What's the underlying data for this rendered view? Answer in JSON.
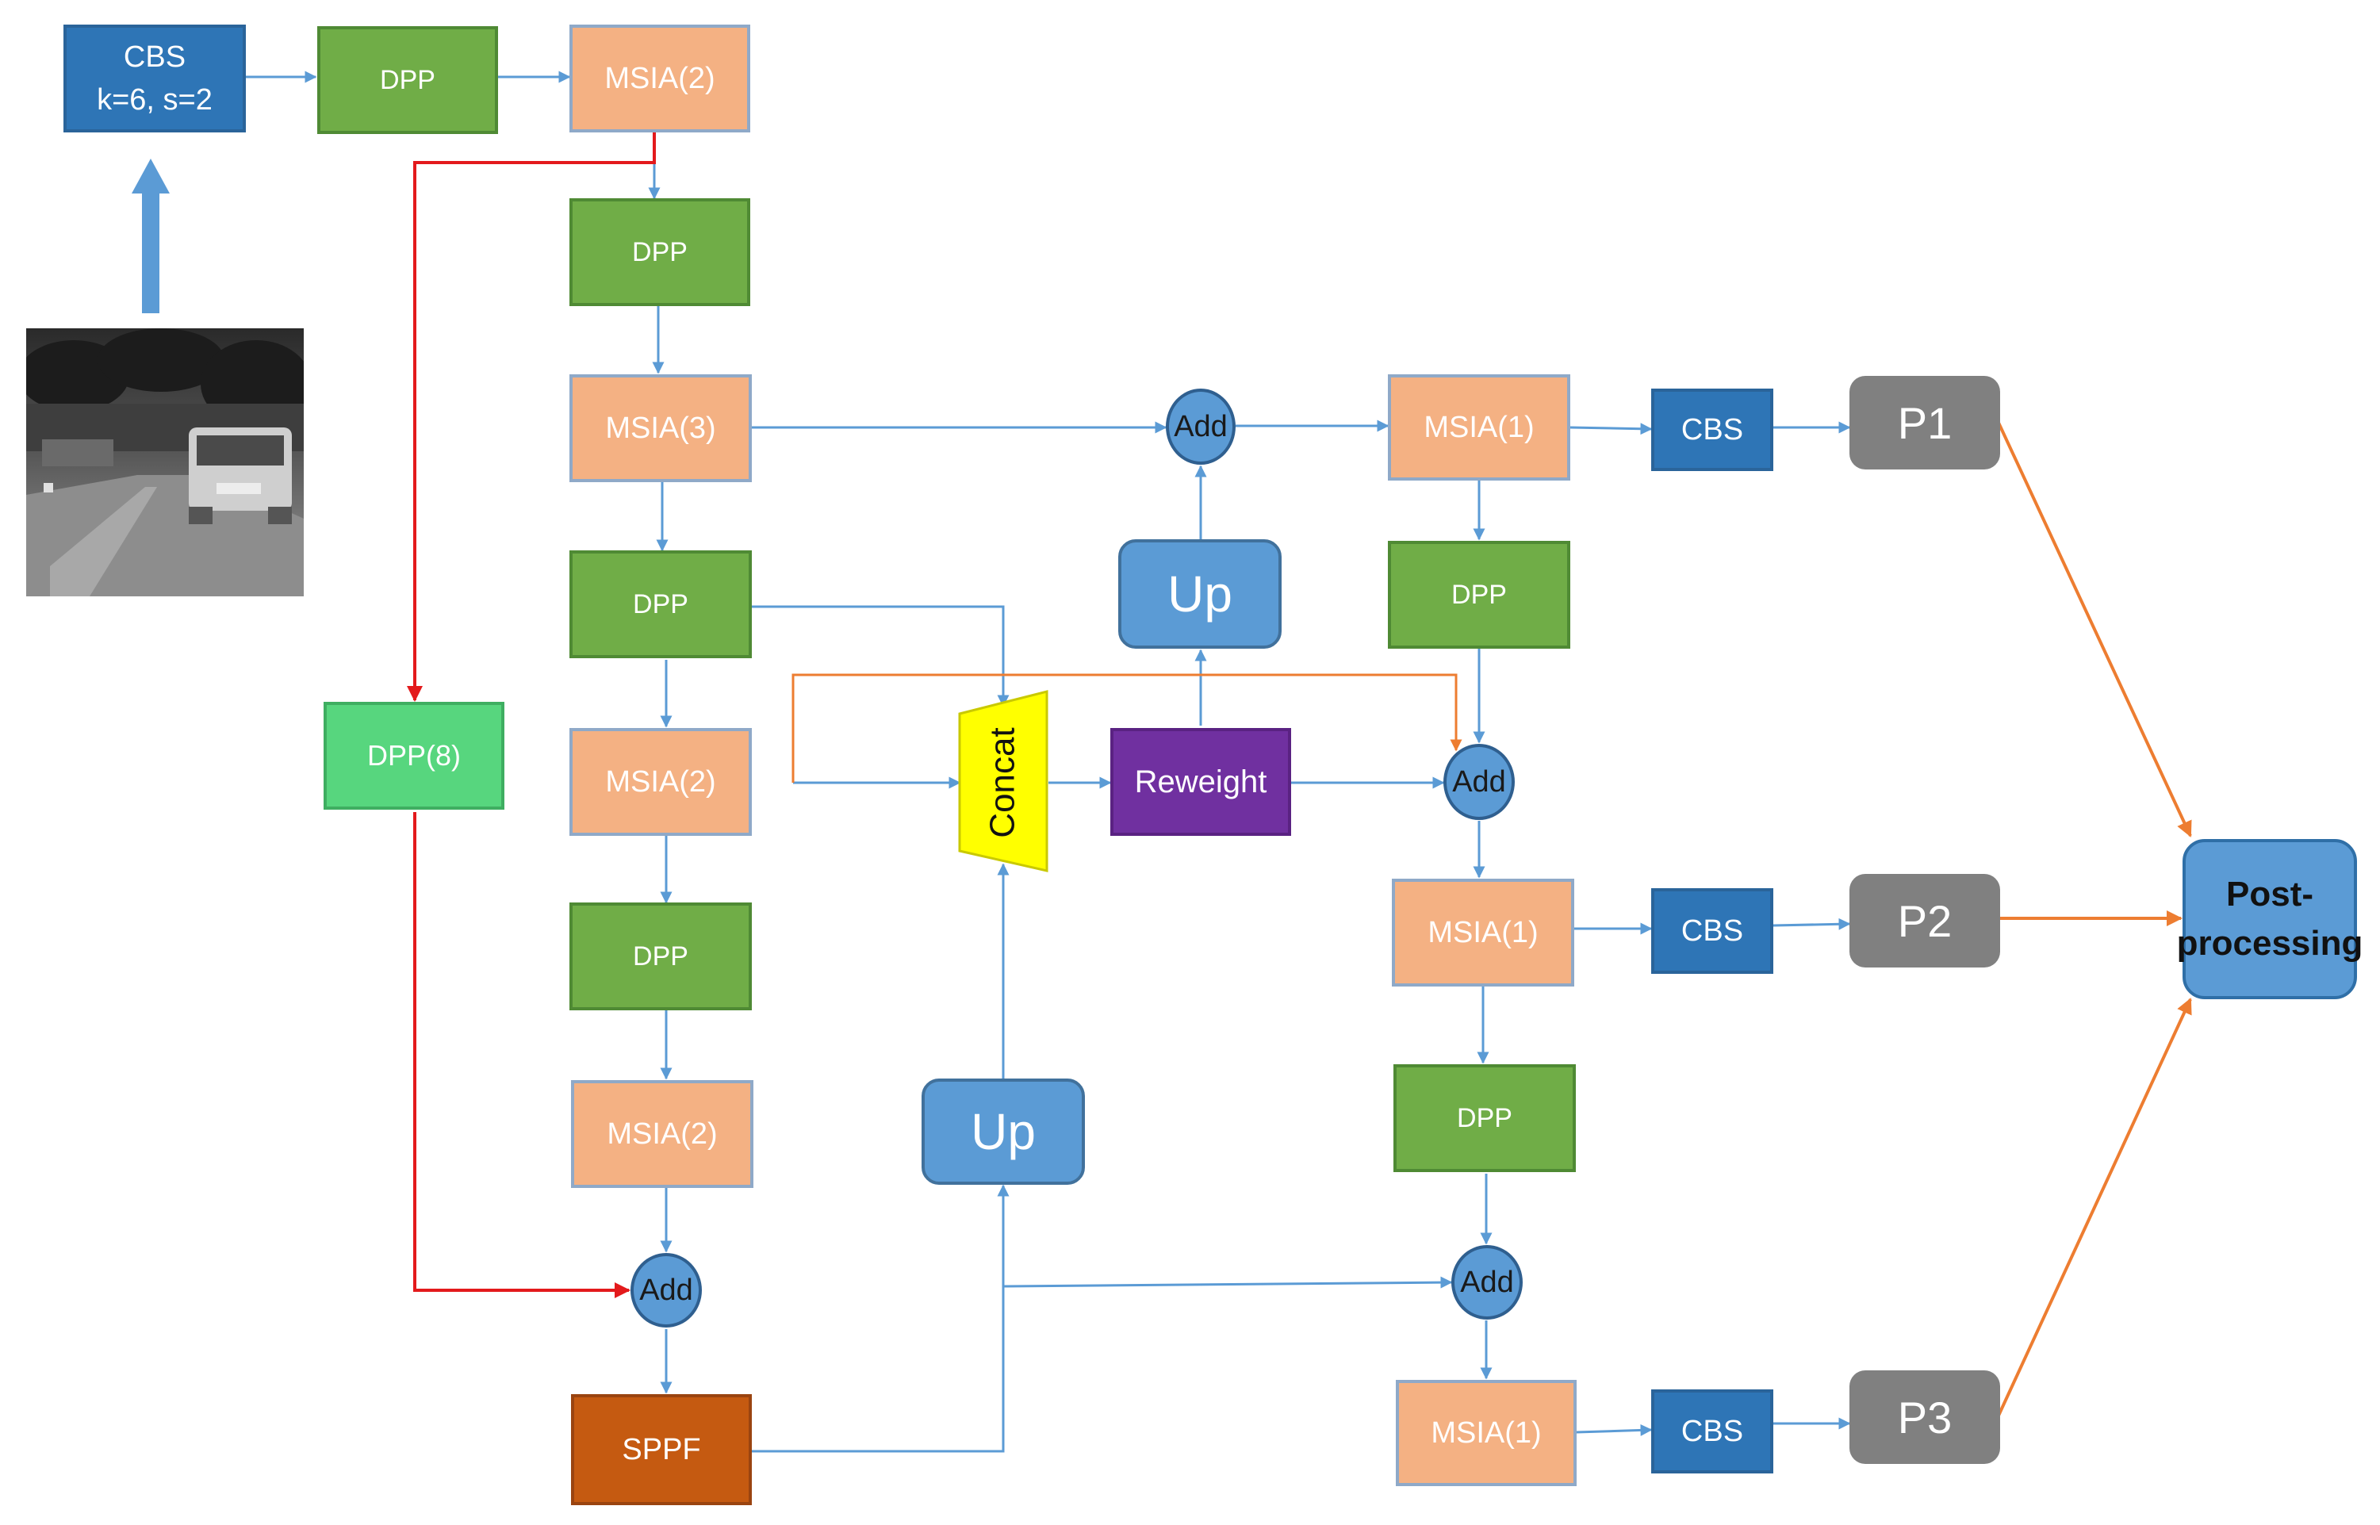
{
  "nodes": {
    "cbs_top_line1": "CBS",
    "cbs_top_line2": "k=6, s=2",
    "dpp_top": "DPP",
    "msia2_top": "MSIA(2)",
    "dpp_b1": "DPP",
    "msia3": "MSIA(3)",
    "dpp_b2": "DPP",
    "msia2_mid": "MSIA(2)",
    "dpp_b3": "DPP",
    "msia2_low": "MSIA(2)",
    "add_bottom": "Add",
    "sppf": "SPPF",
    "dpp8": "DPP(8)",
    "concat": "Concat",
    "reweight": "Reweight",
    "up_upper": "Up",
    "up_lower": "Up",
    "add_top": "Add",
    "add_mid": "Add",
    "add_low": "Add",
    "msia1_top": "MSIA(1)",
    "msia1_mid": "MSIA(1)",
    "msia1_low": "MSIA(1)",
    "dpp_r1": "DPP",
    "dpp_r2": "DPP",
    "cbs_p1": "CBS",
    "cbs_p2": "CBS",
    "cbs_p3": "CBS",
    "p1": "P1",
    "p2": "P2",
    "p3": "P3",
    "post_line1": "Post-",
    "post_line2": "processing"
  },
  "colors": {
    "dpp": "#70ad47",
    "dpp8": "#57d67e",
    "msia": "#f4b183",
    "cbs": "#2e75b6",
    "add": "#5b9bd5",
    "up": "#5b9bd5",
    "reweight": "#7030a0",
    "sppf": "#c55a11",
    "concat": "#ffff00",
    "p_box": "#808080",
    "post": "#5b9bd5",
    "wire_blue": "#5b9bd5",
    "wire_red": "#e31a1c",
    "wire_orange": "#ed7d31"
  }
}
